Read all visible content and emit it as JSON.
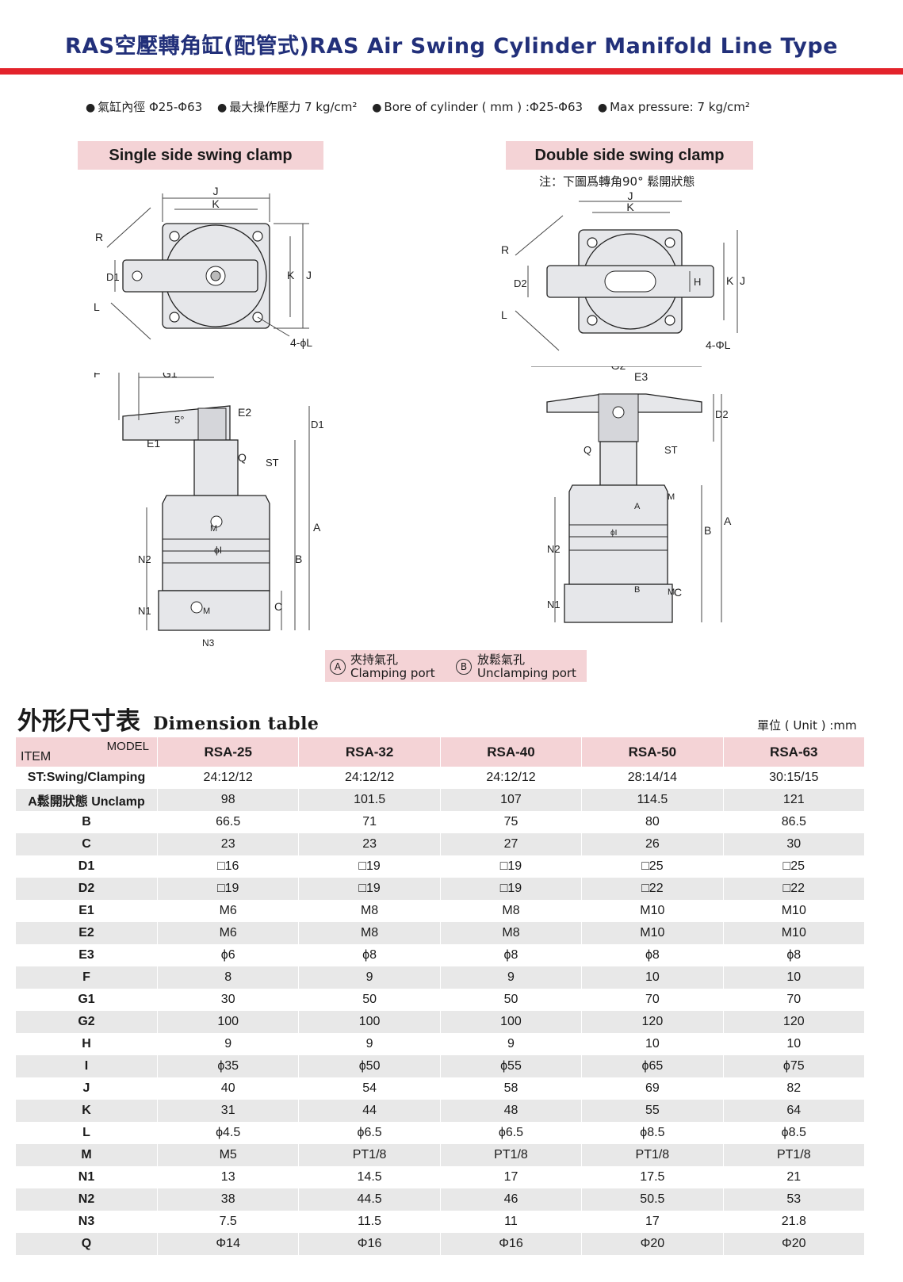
{
  "header": {
    "title": "RAS空壓轉角缸(配管式)RAS Air Swing Cylinder Manifold Line Type",
    "specs": [
      "氣缸內徑 Φ25-Φ63",
      "最大操作壓力 7 kg/cm²",
      "Bore of cylinder ( mm ) :Φ25-Φ63",
      "Max pressure: 7 kg/cm²"
    ]
  },
  "diagrams": {
    "single_label": "Single side swing clamp",
    "double_label": "Double side swing clamp",
    "double_note": "注：下圖爲轉角90° 鬆開狀態",
    "legend": {
      "a_symbol": "A",
      "a_cn": "夾持氣孔",
      "a_en": "Clamping port",
      "b_symbol": "B",
      "b_cn": "放鬆氣孔",
      "b_en": "Unclamping port"
    }
  },
  "dimension_table": {
    "title_cn": "外形尺寸表",
    "title_en": "Dimension table",
    "unit": "單位 ( Unit ) :mm",
    "model_label": "MODEL",
    "item_label": "ITEM",
    "models": [
      "RSA-25",
      "RSA-32",
      "RSA-40",
      "RSA-50",
      "RSA-63"
    ],
    "rows": [
      {
        "item": "ST:Swing/Clamping",
        "values": [
          "24:12/12",
          "24:12/12",
          "24:12/12",
          "28:14/14",
          "30:15/15"
        ]
      },
      {
        "item": "A鬆開狀態 Unclamp",
        "values": [
          "98",
          "101.5",
          "107",
          "114.5",
          "121"
        ]
      },
      {
        "item": "B",
        "values": [
          "66.5",
          "71",
          "75",
          "80",
          "86.5"
        ]
      },
      {
        "item": "C",
        "values": [
          "23",
          "23",
          "27",
          "26",
          "30"
        ]
      },
      {
        "item": "D1",
        "values": [
          "□16",
          "□19",
          "□19",
          "□25",
          "□25"
        ]
      },
      {
        "item": "D2",
        "values": [
          "□19",
          "□19",
          "□19",
          "□22",
          "□22"
        ]
      },
      {
        "item": "E1",
        "values": [
          "M6",
          "M8",
          "M8",
          "M10",
          "M10"
        ]
      },
      {
        "item": "E2",
        "values": [
          "M6",
          "M8",
          "M8",
          "M10",
          "M10"
        ]
      },
      {
        "item": "E3",
        "values": [
          "ϕ6",
          "ϕ8",
          "ϕ8",
          "ϕ8",
          "ϕ8"
        ]
      },
      {
        "item": "F",
        "values": [
          "8",
          "9",
          "9",
          "10",
          "10"
        ]
      },
      {
        "item": "G1",
        "values": [
          "30",
          "50",
          "50",
          "70",
          "70"
        ]
      },
      {
        "item": "G2",
        "values": [
          "100",
          "100",
          "100",
          "120",
          "120"
        ]
      },
      {
        "item": "H",
        "values": [
          "9",
          "9",
          "9",
          "10",
          "10"
        ]
      },
      {
        "item": "I",
        "values": [
          "ϕ35",
          "ϕ50",
          "ϕ55",
          "ϕ65",
          "ϕ75"
        ]
      },
      {
        "item": "J",
        "values": [
          "40",
          "54",
          "58",
          "69",
          "82"
        ]
      },
      {
        "item": "K",
        "values": [
          "31",
          "44",
          "48",
          "55",
          "64"
        ]
      },
      {
        "item": "L",
        "values": [
          "ϕ4.5",
          "ϕ6.5",
          "ϕ6.5",
          "ϕ8.5",
          "ϕ8.5"
        ]
      },
      {
        "item": "M",
        "values": [
          "M5",
          "PT1/8",
          "PT1/8",
          "PT1/8",
          "PT1/8"
        ]
      },
      {
        "item": "N1",
        "values": [
          "13",
          "14.5",
          "17",
          "17.5",
          "21"
        ]
      },
      {
        "item": "N2",
        "values": [
          "38",
          "44.5",
          "46",
          "50.5",
          "53"
        ]
      },
      {
        "item": "N3",
        "values": [
          "7.5",
          "11.5",
          "11",
          "17",
          "21.8"
        ]
      },
      {
        "item": "Q",
        "values": [
          "Φ14",
          "Φ16",
          "Φ16",
          "Φ20",
          "Φ20"
        ]
      }
    ]
  }
}
